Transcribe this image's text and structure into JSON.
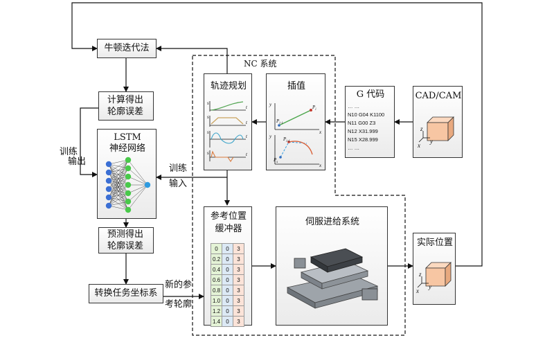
{
  "newton": {
    "label": "牛顿迭代法"
  },
  "calc_error": {
    "line1": "计算得出",
    "line2": "轮廓误差"
  },
  "lstm": {
    "line1": "LSTM",
    "line2": "神经网络"
  },
  "train_out_left": {
    "c1": "训练",
    "c2": "输出"
  },
  "train_in_right": {
    "line1": "训练",
    "line2": "输入"
  },
  "predict_error": {
    "line1": "预测得出",
    "line2": "轮廓误差"
  },
  "transform": {
    "label": "转换任务坐标系"
  },
  "new_ref": {
    "line1": "新的参",
    "line2": "考轮廓"
  },
  "nc_system": {
    "label": "NC 系统"
  },
  "trajectory": {
    "label": "轨迹规划",
    "axis_s": "s",
    "axis_t": "t"
  },
  "interp": {
    "label": "插值",
    "y": "y",
    "x": "x",
    "p_i": "P",
    "p_i1": "P",
    "p_i_sub": "i",
    "p_i1_sub": "i-1",
    "p_s": "P",
    "p_s_sub": "s"
  },
  "gcode": {
    "title": "G 代码",
    "lines": [
      "… …",
      "N10 G04 K1100",
      "N11 G00 Z3",
      "N12 X31.999",
      "N15 X28.999",
      "… …"
    ]
  },
  "cad": {
    "label": "CAD/CAM",
    "z": "z",
    "x": "x",
    "y": "y"
  },
  "ref_buffer": {
    "line1": "参考位置",
    "line2": "缓冲器",
    "rows": [
      [
        "0",
        "0",
        "3"
      ],
      [
        "0.2",
        "0",
        "3"
      ],
      [
        "0.4",
        "0",
        "3"
      ],
      [
        "0.6",
        "0",
        "3"
      ],
      [
        "0.8",
        "0",
        "3"
      ],
      [
        "1.0",
        "0",
        "3"
      ],
      [
        "1.2",
        "0",
        "3"
      ],
      [
        "1.4",
        "0",
        "3"
      ]
    ]
  },
  "servo": {
    "label": "伺服进给系统"
  },
  "actual": {
    "label": "实际位置",
    "z": "z",
    "x": "x",
    "y": "y"
  },
  "colors": {
    "lstm_blue": "#3b6fd4",
    "lstm_green": "#49c94a",
    "lstm_out": "#2f9be0",
    "cube": "#f7c6a3",
    "buffer_green": "#e4f3d6",
    "buffer_blue": "#dce9f5",
    "buffer_pink": "#fbe3d8"
  }
}
